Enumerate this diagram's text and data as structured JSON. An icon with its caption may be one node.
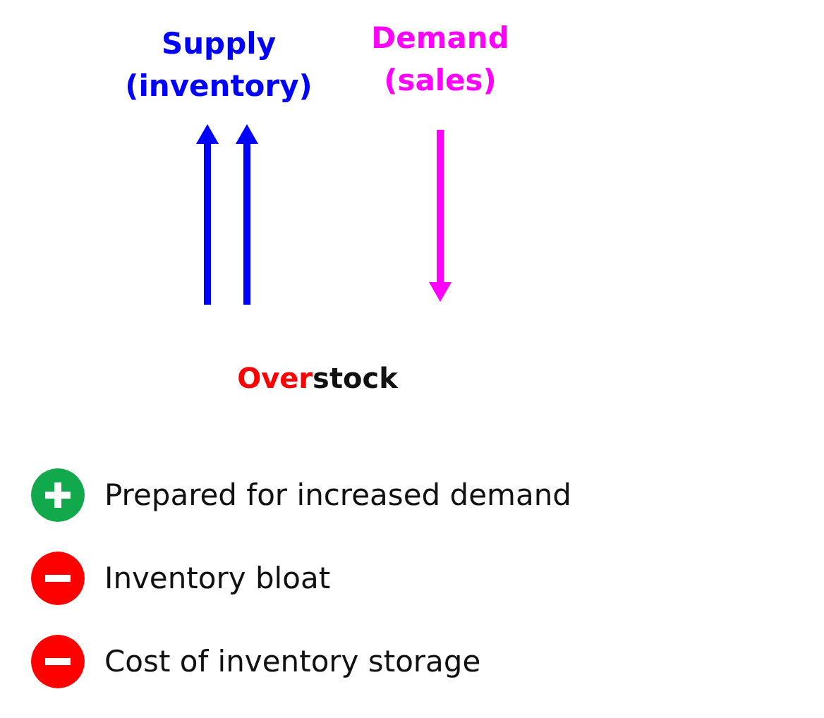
{
  "diagram": {
    "labels": [
      "Supply (inventory)",
      "Demand (sales)",
      "Overstock"
    ],
    "legend": [
      {
        "text": "Prepared for increased demand",
        "color": "#12a84c"
      },
      {
        "text": "Inventory bloat",
        "color": "#ff0000"
      },
      {
        "text": "Cost of inventory storage",
        "color": "#ff0000"
      }
    ]
  }
}
